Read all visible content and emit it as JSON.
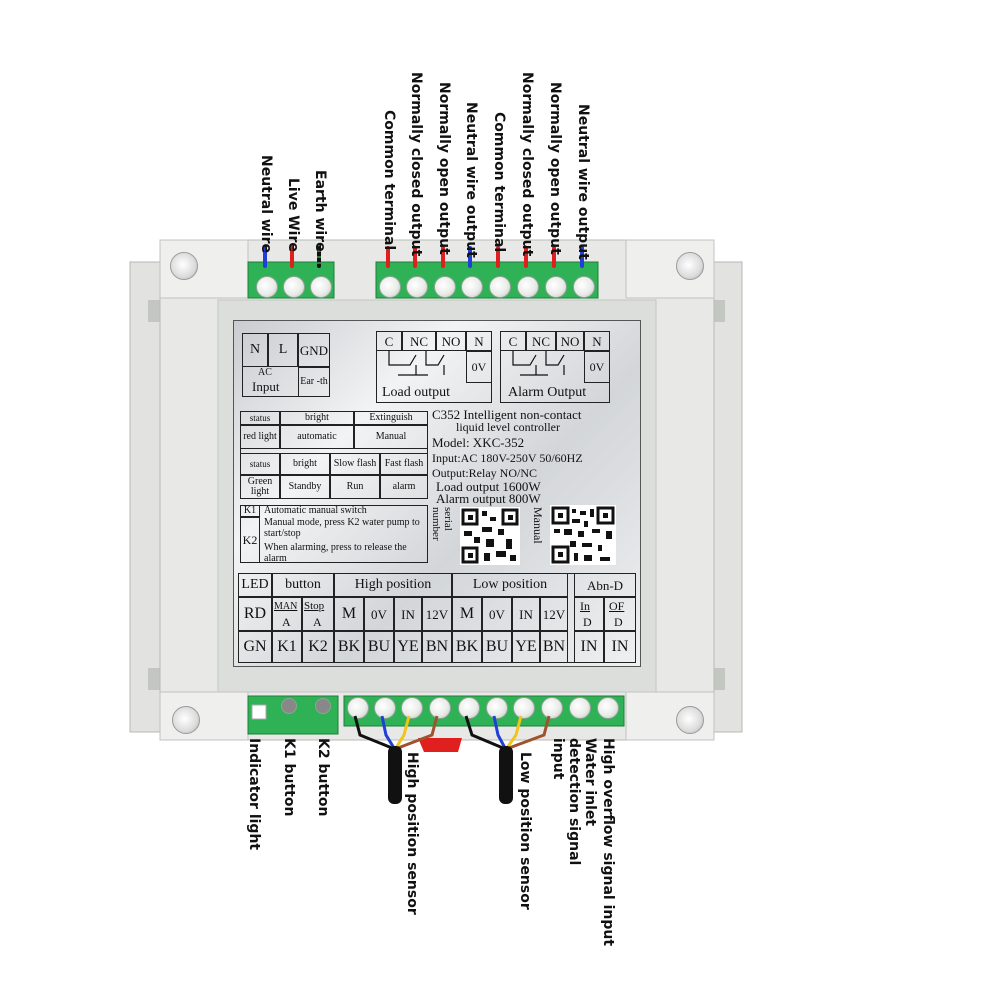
{
  "top_labels": [
    {
      "id": "neutral-wire",
      "text": "Neutral wire"
    },
    {
      "id": "live-wire",
      "text": "Live Wire"
    },
    {
      "id": "earth-wire",
      "text": "Earth wire"
    },
    {
      "id": "common-terminal-1",
      "text": "Common terminal"
    },
    {
      "id": "normally-closed-output-1",
      "text": "Normally closed output"
    },
    {
      "id": "normally-open-output-1",
      "text": "Normally open output"
    },
    {
      "id": "neutral-wire-output-1",
      "text": "Neutral wire output"
    },
    {
      "id": "common-terminal-2",
      "text": "Common terminal"
    },
    {
      "id": "normally-closed-output-2",
      "text": "Normally closed output"
    },
    {
      "id": "normally-open-output-2",
      "text": "Normally open output"
    },
    {
      "id": "neutral-wire-output-2",
      "text": "Neutral wire output"
    }
  ],
  "bottom_labels": [
    {
      "id": "indicator-light",
      "text": "Indicator light"
    },
    {
      "id": "k1-button",
      "text": "K1 button"
    },
    {
      "id": "k2-button",
      "text": "K2 button"
    },
    {
      "id": "high-position-sensor",
      "text": "High position sensor"
    },
    {
      "id": "low-position-sensor",
      "text": "Low position sensor"
    },
    {
      "id": "water-inlet-detection",
      "text": "Water inlet detection signal input"
    },
    {
      "id": "high-overflow-signal",
      "text": "High overflow signal input"
    }
  ],
  "panel": {
    "ac_input": {
      "n": "N",
      "l": "L",
      "gnd": "GND",
      "ac": "AC",
      "input": "Input",
      "earth": "Ear -th"
    },
    "load_output": {
      "c": "C",
      "nc": "NC",
      "no": "NO",
      "n": "N",
      "ov": "0V",
      "title": "Load output"
    },
    "alarm_output": {
      "c": "C",
      "nc": "NC",
      "no": "NO",
      "n": "N",
      "ov": "0V",
      "title": "Alarm Output"
    },
    "status_table": {
      "status1": "status",
      "bright1": "bright",
      "extinguish": "Extinguish",
      "red_light": "red light",
      "automatic": "automatic",
      "manual": "Manual",
      "status2": "status",
      "bright2": "bright",
      "slow_flash": "Slow flash",
      "fast_flash": "Fast flash",
      "green_light": "Green light",
      "standby": "Standby",
      "run": "Run",
      "alarm": "alarm"
    },
    "spec": {
      "line1": "C352 Intelligent non-contact",
      "line2": "liquid level controller",
      "model": "Model: XKC-352",
      "input": "Input:AC 180V-250V 50/60HZ",
      "output": "Output:Relay NO/NC",
      "load": "Load output 1600W",
      "alarm": "Alarm output 800W"
    },
    "keys": {
      "k1": "K1",
      "k1_text": "Automatic manual switch",
      "k2": "K2",
      "k2_text_a": "Manual mode, press K2 water pump to start/stop",
      "k2_text_b": "When alarming, press to release the alarm"
    },
    "qr_labels": {
      "serial": "serial number",
      "manual": "Manual"
    },
    "bottom_table": {
      "led": "LED",
      "button": "button",
      "high_position": "High position",
      "low_position": "Low position",
      "abn_d": "Abn-D",
      "rd": "RD",
      "man_a_top": "MAN",
      "man_a_bottom": "A",
      "stop_a_top": "Stop",
      "stop_a_bottom": "A",
      "m1": "M",
      "ov1": "0V",
      "in1": "IN",
      "v12_1": "12V",
      "m2": "M",
      "ov2": "0V",
      "in2": "IN",
      "v12_2": "12V",
      "in_d_top": "In",
      "in_d_bottom": "D",
      "of_d_top": "OF",
      "of_d_bottom": "D",
      "gn": "GN",
      "k1": "K1",
      "k2": "K2",
      "bk1": "BK",
      "bu1": "BU",
      "ye1": "YE",
      "bn1": "BN",
      "bk2": "BK",
      "bu2": "BU",
      "ye2": "YE",
      "bn2": "BN",
      "in_a": "IN",
      "in_b": "IN"
    }
  },
  "colors": {
    "housing": "#e4e5e2",
    "terminal_green": "#2fb255",
    "panel_border": "#333333",
    "wire_red": "#e0201e",
    "wire_blue": "#1f3fd8",
    "wire_black": "#111111",
    "wire_yellow": "#f0c419",
    "wire_brown": "#a0522d"
  }
}
